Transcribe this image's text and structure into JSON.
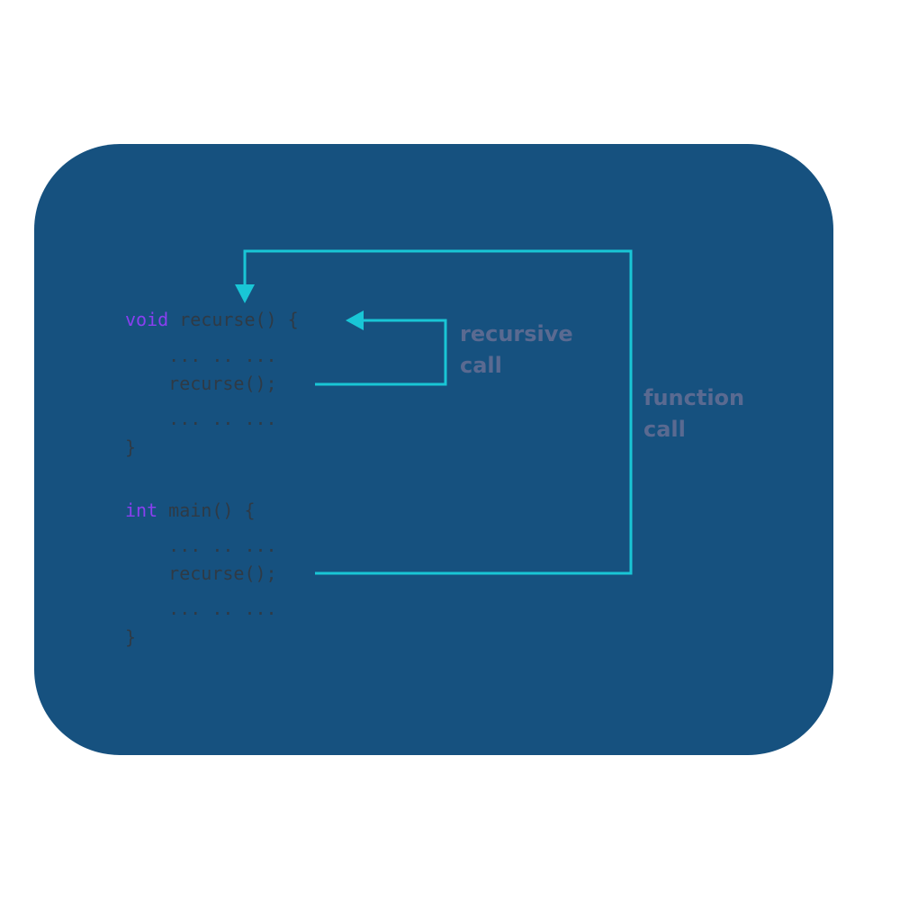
{
  "code": {
    "lines": [
      {
        "keyword": "void",
        "rest": " recurse() {"
      },
      {
        "keyword": "",
        "rest": "    ... .. ..."
      },
      {
        "keyword": "",
        "rest": "    recurse();"
      },
      {
        "keyword": "",
        "rest": "    ... .. ..."
      },
      {
        "keyword": "",
        "rest": "}"
      },
      {
        "keyword": "int",
        "rest": " main() {"
      },
      {
        "keyword": "",
        "rest": "    ... .. ..."
      },
      {
        "keyword": "",
        "rest": "    recurse();"
      },
      {
        "keyword": "",
        "rest": "    ... .. ..."
      },
      {
        "keyword": "",
        "rest": "}"
      }
    ]
  },
  "labels": {
    "recursive_call": "recursive\ncall",
    "function_call": "function\ncall"
  },
  "colors": {
    "background": "#16517f",
    "keyword": "#8a3ff0",
    "code_text": "#2f3a45",
    "arrow": "#19c6d6",
    "label": "#5a6a91"
  }
}
